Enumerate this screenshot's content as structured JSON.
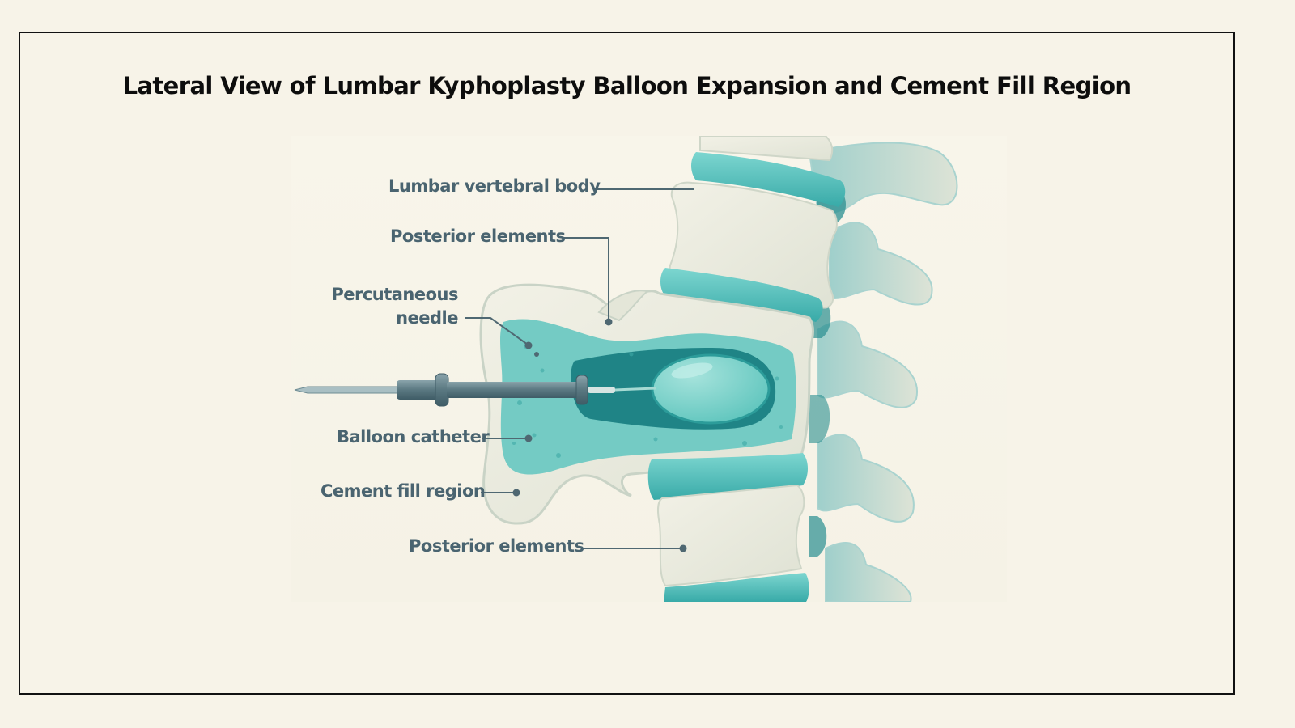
{
  "figure": {
    "title": "Lateral View of Lumbar Kyphoplasty Balloon Expansion and Cement Fill Region",
    "labels": [
      {
        "id": "lumbar-vertebral-body",
        "text": "Lumbar vertebral body"
      },
      {
        "id": "posterior-elements-top",
        "text": "Posterior elements"
      },
      {
        "id": "percutaneous-needle",
        "line1": "Percutaneous",
        "line2": "needle"
      },
      {
        "id": "balloon-catheter",
        "text": "Balloon catheter"
      },
      {
        "id": "cement-fill-region",
        "text": "Cement fill region"
      },
      {
        "id": "posterior-elements-bottom",
        "text": "Posterior elements"
      }
    ]
  },
  "colors": {
    "background": "#f7f3e8",
    "frame_border": "#111111",
    "title_text": "#0d0d0d",
    "label_text": "#4a6470",
    "leader_line": "#4f6872",
    "bone": "#ebe9dc",
    "bone_shadow": "#d6d8c8",
    "disc_teal": "#5cc5c0",
    "disc_teal_dark": "#2f9f9e",
    "cement_teal": "#6fcac3",
    "cavity_dark": "#1f8486",
    "balloon": "#7fd4cb",
    "needle_steel": "#55727c"
  }
}
